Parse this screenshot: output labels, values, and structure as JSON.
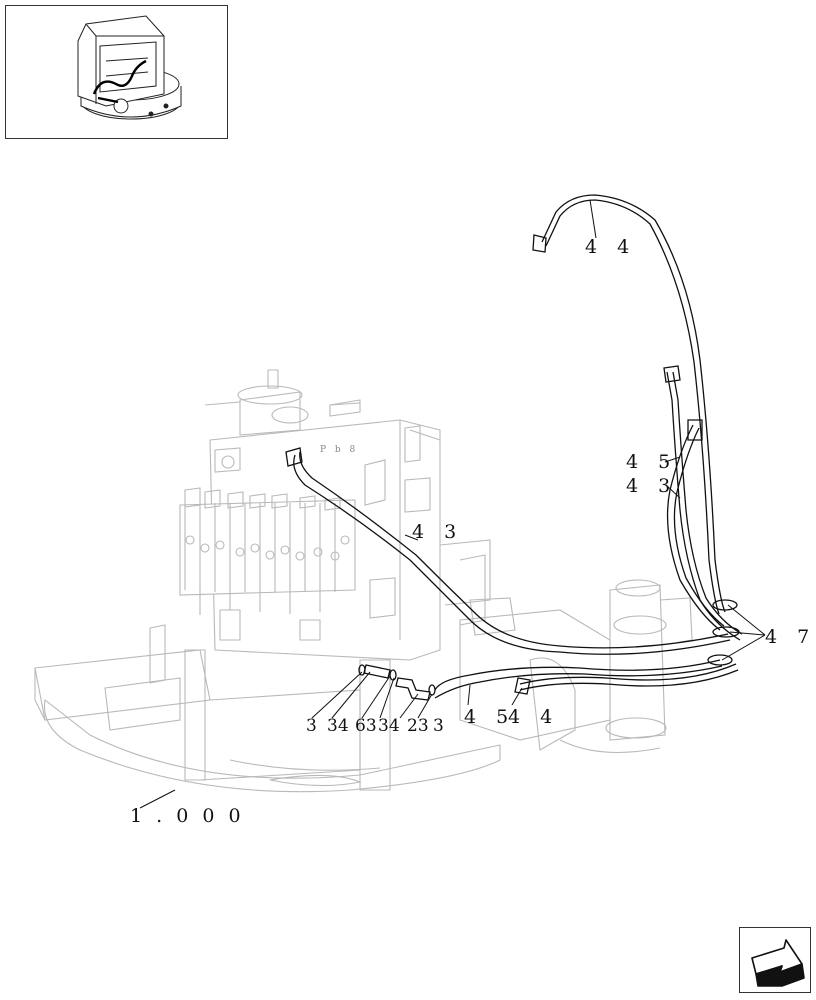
{
  "callouts": {
    "c44_top": "4 4",
    "c45_right": "4 5",
    "c43_right": "4 3",
    "c43_mid": "4 3",
    "c47": "4 7",
    "c3_a": "3",
    "c34_a": "34",
    "c63": "63",
    "c34_b": "34",
    "c23": "23",
    "c3_b": "3",
    "c45_bottom": "4 5",
    "c44_bottom": "4 4",
    "c1000": "1 . 0 0 0"
  },
  "part_markings": {
    "valve_tag": "P b 8"
  },
  "icons": {
    "thumbnail": "machine-overview-thumbnail",
    "navigation": "next-page-arrow-icon"
  }
}
